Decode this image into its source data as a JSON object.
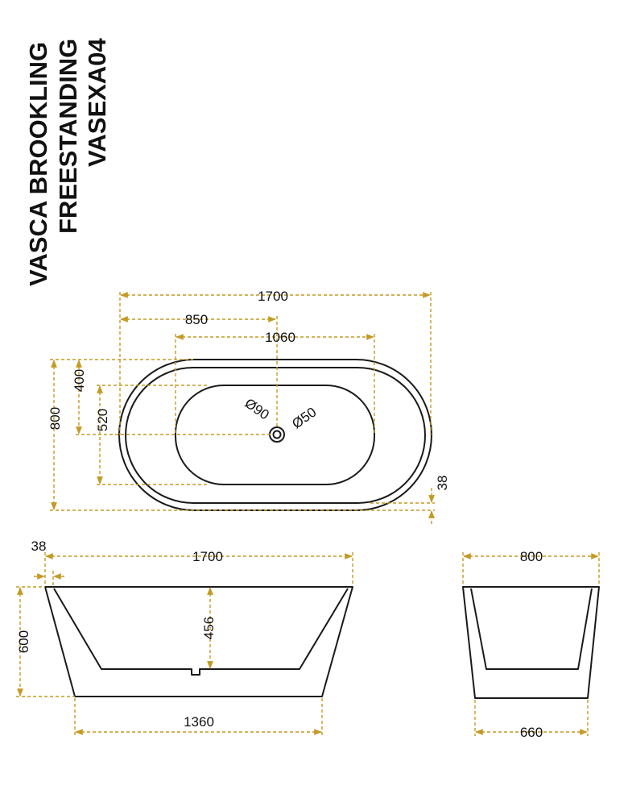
{
  "title": {
    "line1": "VASCA BROOKLING",
    "line2": "FREESTANDING",
    "line3": "VASEXA04"
  },
  "dimensions": {
    "top_length": "1700",
    "top_drain_offset": "850",
    "top_inner_length": "1060",
    "top_width": "800",
    "top_half_width": "400",
    "top_inner_width": "520",
    "top_rim": "38",
    "waste_outer": "Ø90",
    "waste_inner": "Ø50",
    "side_rim": "38",
    "side_length": "1700",
    "side_height": "600",
    "side_inner_depth": "456",
    "side_base_length": "1360",
    "end_width": "800",
    "end_base_width": "660"
  },
  "colors": {
    "dimension_lines": "#c49a24",
    "outline": "#1a1a1a"
  }
}
